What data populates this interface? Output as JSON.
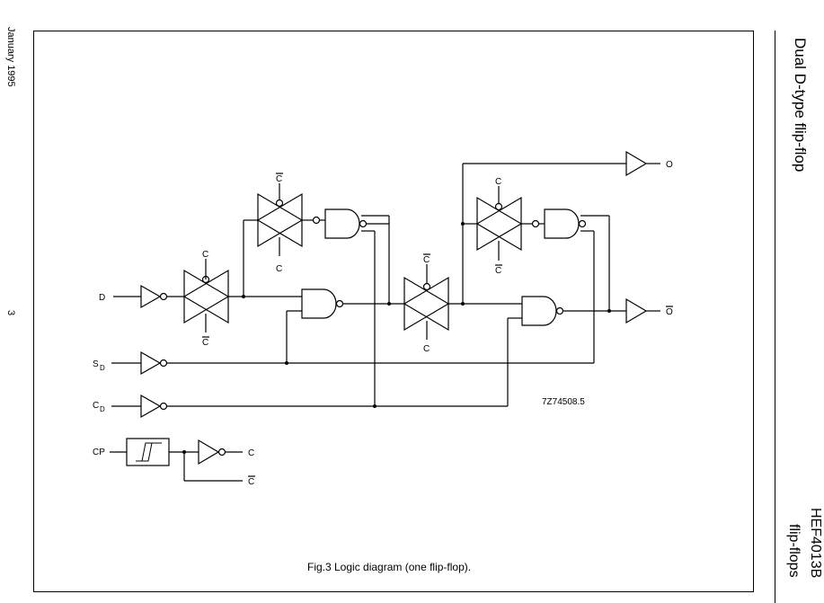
{
  "header": {
    "date": "January 1995",
    "page_number": "3",
    "document_title": "Dual D-type flip-flop",
    "part_number": "HEF4013B",
    "family": "flip-flops"
  },
  "figure": {
    "caption": "Fig.3  Logic diagram (one flip-flop).",
    "drawing_code": "7Z74508.5"
  },
  "signals": {
    "d": "D",
    "sd_main": "S",
    "sd_sub": "D",
    "cd_main": "C",
    "cd_sub": "D",
    "cp": "CP",
    "c": "C",
    "c_bar": "C",
    "o": "O",
    "o_bar": "O"
  }
}
